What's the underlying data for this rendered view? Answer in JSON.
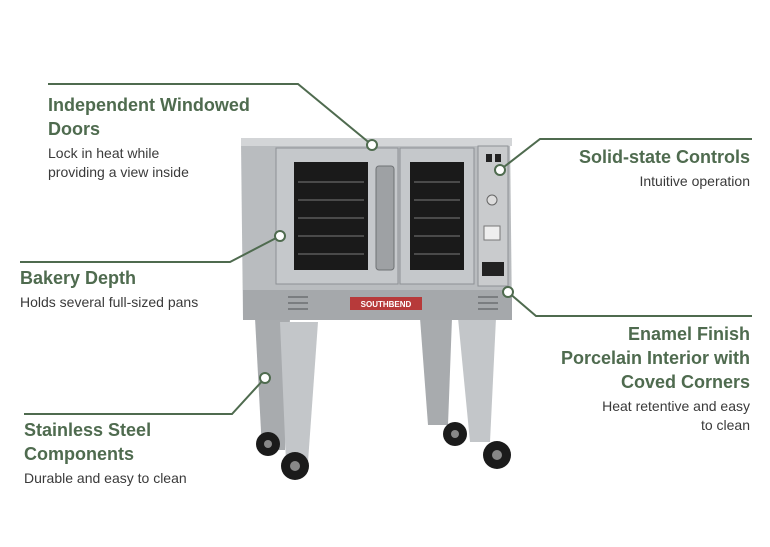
{
  "callouts": {
    "doors": {
      "title_line1": "Independent Windowed",
      "title_line2": "Doors",
      "desc_line1": "Lock in heat while",
      "desc_line2": "providing a view inside"
    },
    "controls": {
      "title": "Solid-state Controls",
      "desc": "Intuitive operation"
    },
    "bakery": {
      "title": "Bakery Depth",
      "desc": "Holds several full-sized pans"
    },
    "enamel": {
      "title_line1": "Enamel Finish",
      "title_line2": "Porcelain Interior with",
      "title_line3": "Coved Corners",
      "desc_line1": "Heat retentive and easy",
      "desc_line2": "to clean"
    },
    "steel": {
      "title_line1": "Stainless Steel",
      "title_line2": "Components",
      "desc": "Durable and easy to clean"
    }
  },
  "brand_plate": "SOUTHBEND",
  "colors": {
    "accent": "#4f6b4f",
    "steel": "#b9bcbf",
    "steel_dark": "#8d9195",
    "glass": "#1a1a1a",
    "plate": "#b73a3a"
  }
}
